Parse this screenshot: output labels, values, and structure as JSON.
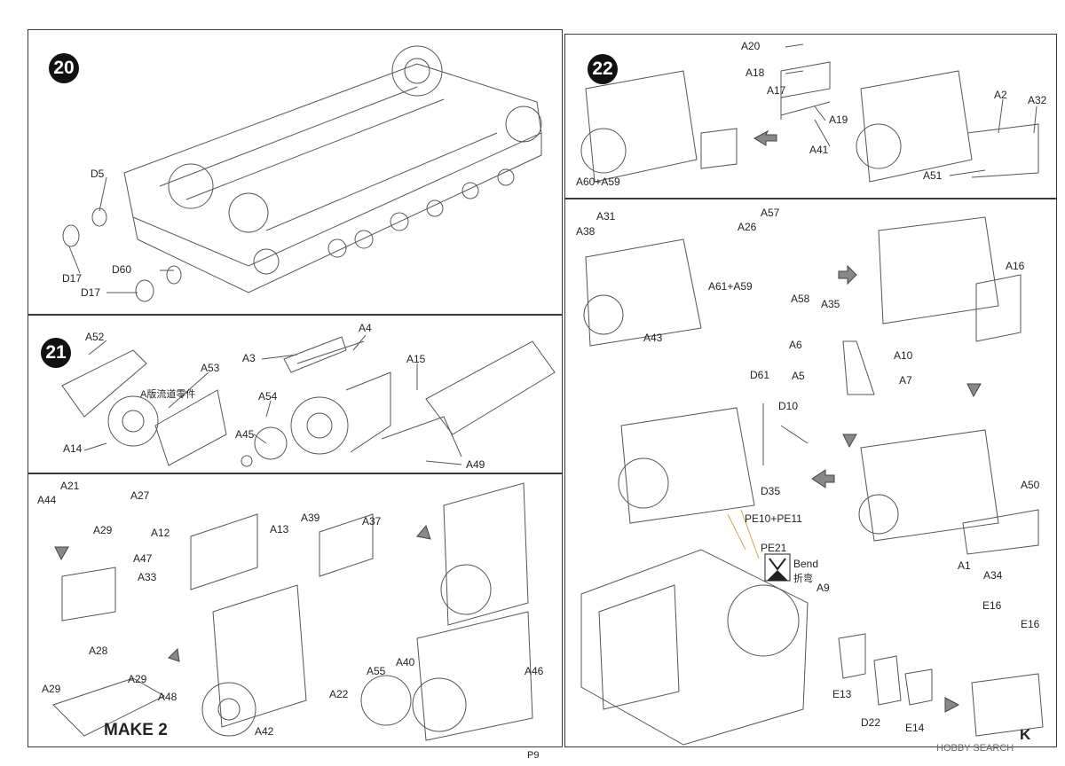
{
  "steps": {
    "s20": {
      "number": "20",
      "labels": [
        "D5",
        "D17",
        "D60",
        "D17"
      ]
    },
    "s21": {
      "number": "21",
      "labels": [
        "A52",
        "A53",
        "A3",
        "A4",
        "A15",
        "A54",
        "A45",
        "A14",
        "A49"
      ],
      "cn_note": "A版流道零件"
    },
    "make2": {
      "labels": [
        "A44",
        "A21",
        "A27",
        "A29",
        "A47",
        "A33",
        "A12",
        "A13",
        "A39",
        "A37",
        "A28",
        "A29",
        "A29",
        "A48",
        "A42",
        "A22",
        "A55",
        "A40",
        "A46"
      ],
      "title": "MAKE 2"
    },
    "s22": {
      "number": "22",
      "labels": [
        "A20",
        "A18",
        "A17",
        "A19",
        "A41",
        "A60+A59",
        "A2",
        "A32",
        "A51"
      ]
    },
    "s23": {
      "labels": [
        "A31",
        "A38",
        "A57",
        "A26",
        "A61+A59",
        "A43",
        "A58",
        "A35",
        "A16",
        "A6",
        "A10",
        "A5",
        "A7",
        "D61",
        "D10",
        "D35",
        "A50",
        "PE10+PE11",
        "PE21",
        "A9",
        "A1",
        "A34",
        "E16",
        "E16",
        "E13",
        "D22",
        "E14"
      ],
      "bend": "Bend",
      "bend_cn": "折弯"
    }
  },
  "corner_letter": "K",
  "page_number": "P9",
  "watermark": "HOBBY SEARCH"
}
